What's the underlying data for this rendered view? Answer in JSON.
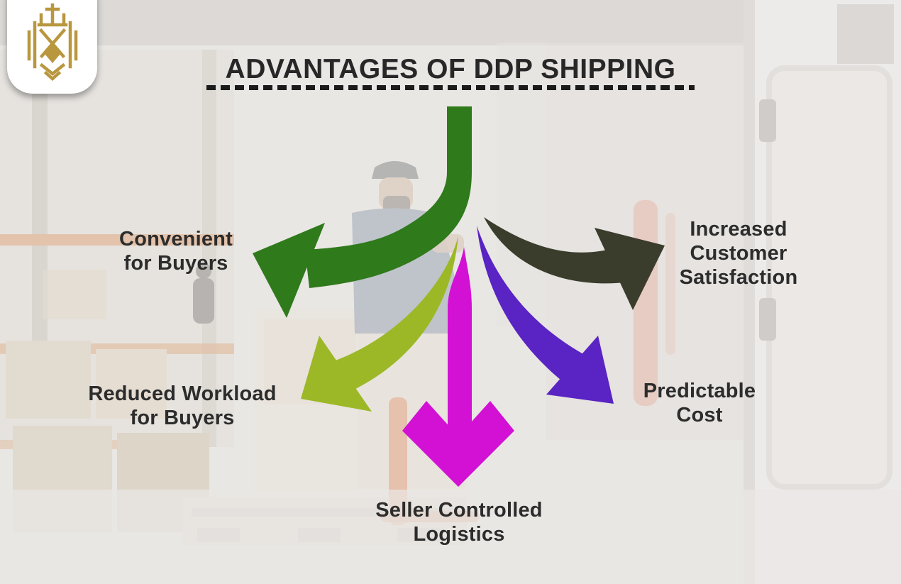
{
  "header": {
    "title": "ADVANTAGES OF DDP SHIPPING"
  },
  "logo": {
    "icon": "gold-crest-logo",
    "gold_color": "#b9973f",
    "badge_color": "#ffffff"
  },
  "canvas": {
    "background_color": "#e9e7e4",
    "text_color": "#2c2c2c",
    "underline_color": "#1b1b1b",
    "background_photo": "faded warehouse van-loading scene"
  },
  "advantages": [
    {
      "lines": [
        "Convenient",
        "for Buyers"
      ],
      "arrow_color": "#2f7a1b",
      "arrow_direction": "up-left",
      "arrow_style": "curved"
    },
    {
      "lines": [
        "Increased",
        "Customer",
        "Satisfaction"
      ],
      "arrow_color": "#3a3c2c",
      "arrow_direction": "up-right",
      "arrow_style": "curved"
    },
    {
      "lines": [
        "Reduced Workload",
        "for Buyers"
      ],
      "arrow_color": "#9cb827",
      "arrow_direction": "down-left",
      "arrow_style": "curved"
    },
    {
      "lines": [
        "Seller Controlled",
        "Logistics"
      ],
      "arrow_color": "#d211d4",
      "arrow_direction": "down",
      "arrow_style": "straight"
    },
    {
      "lines": [
        "Predictable",
        "Cost"
      ],
      "arrow_color": "#5a23c3",
      "arrow_direction": "down-right",
      "arrow_style": "curved"
    }
  ]
}
